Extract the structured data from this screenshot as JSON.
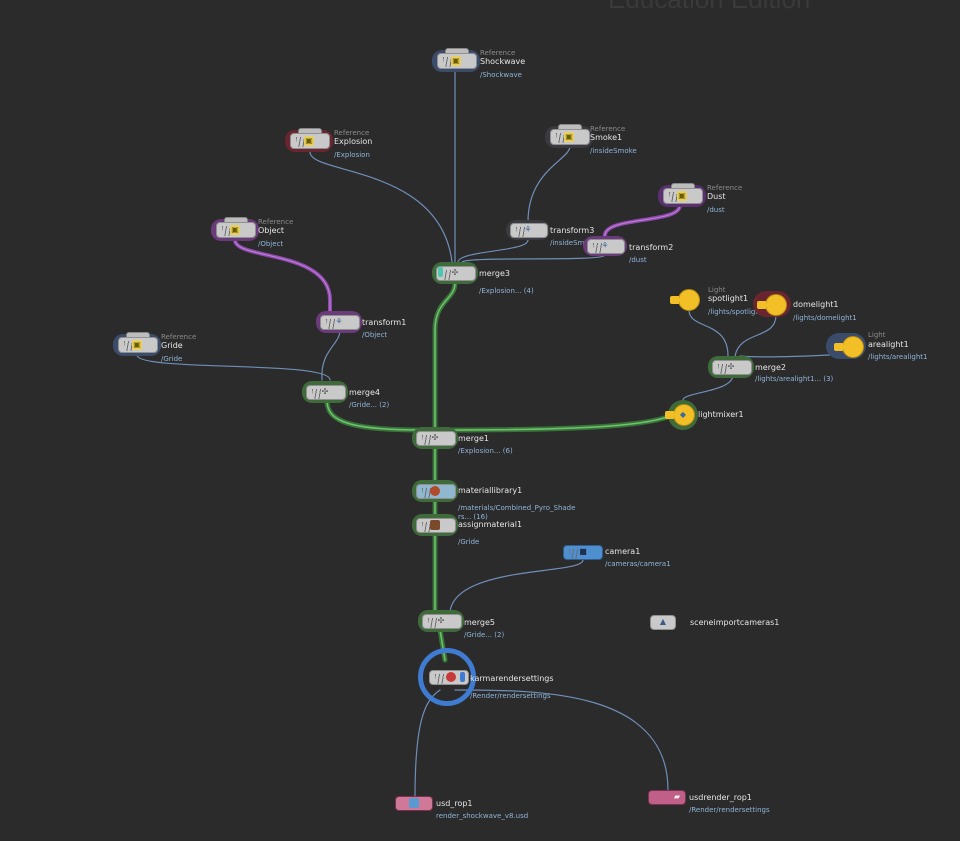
{
  "watermark": "Education Edition",
  "nodes": {
    "shockwave": {
      "type": "Reference",
      "name": "Shockwave",
      "path": "/Shockwave"
    },
    "explosion": {
      "type": "Reference",
      "name": "Explosion",
      "path": "/Explosion"
    },
    "smoke1": {
      "type": "Reference",
      "name": "Smoke1",
      "path": "/insideSmoke"
    },
    "dust": {
      "type": "Reference",
      "name": "Dust",
      "path": "/dust"
    },
    "object": {
      "type": "Reference",
      "name": "Object",
      "path": "/Object"
    },
    "gride": {
      "type": "Reference",
      "name": "Gride",
      "path": "/Gride"
    },
    "transform3": {
      "name": "transform3",
      "path": "/insideSmoke"
    },
    "transform2": {
      "name": "transform2",
      "path": "/dust"
    },
    "transform1": {
      "name": "transform1",
      "path": "/Object"
    },
    "merge3": {
      "name": "merge3",
      "path": "/Explosion... (4)"
    },
    "merge4": {
      "name": "merge4",
      "path": "/Gride... (2)"
    },
    "merge1": {
      "name": "merge1",
      "path": "/Explosion... (6)"
    },
    "spotlight1": {
      "type": "Light",
      "name": "spotlight1",
      "path": "/lights/spotlight1"
    },
    "domelight1": {
      "name": "domelight1",
      "path": "/lights/domelight1"
    },
    "arealight1": {
      "type": "Light",
      "name": "arealight1",
      "path": "/lights/arealight1"
    },
    "merge2": {
      "name": "merge2",
      "path": "/lights/arealight1... (3)"
    },
    "lightmixer1": {
      "name": "lightmixer1"
    },
    "materiallibrary1": {
      "name": "materiallibrary1",
      "path": "/materials/Combined_Pyro_Shade",
      "path2": "rs... (16)"
    },
    "assignmaterial1": {
      "name": "assignmaterial1",
      "path": "/Gride"
    },
    "camera1": {
      "name": "camera1",
      "path": "/cameras/camera1"
    },
    "merge5": {
      "name": "merge5",
      "path": "/Gride... (2)"
    },
    "sceneimportcameras1": {
      "name": "sceneimportcameras1"
    },
    "karmarendersettings": {
      "name": "karmarendersettings",
      "path": "/Render/rendersettings"
    },
    "usd_rop1": {
      "name": "usd_rop1",
      "path": "render_shockwave_v8.usd"
    },
    "usdrender_rop1": {
      "name": "usdrender_rop1",
      "path": "/Render/rendersettings"
    }
  },
  "colors": {
    "background": "#2b2b2b",
    "wire": "#7e9fc6",
    "wire_green": "#4fa84f",
    "wire_purple": "#a45ac4",
    "halo_blue": "#3a4c6a",
    "halo_red": "#6a2630",
    "halo_purple": "#6a3a7a",
    "halo_green": "#3f6a3a",
    "light_yellow": "#f2c026",
    "camera_blue": "#4f8fd0",
    "rop_pink": "#c07090",
    "selection_ring": "#3f7bd0"
  }
}
